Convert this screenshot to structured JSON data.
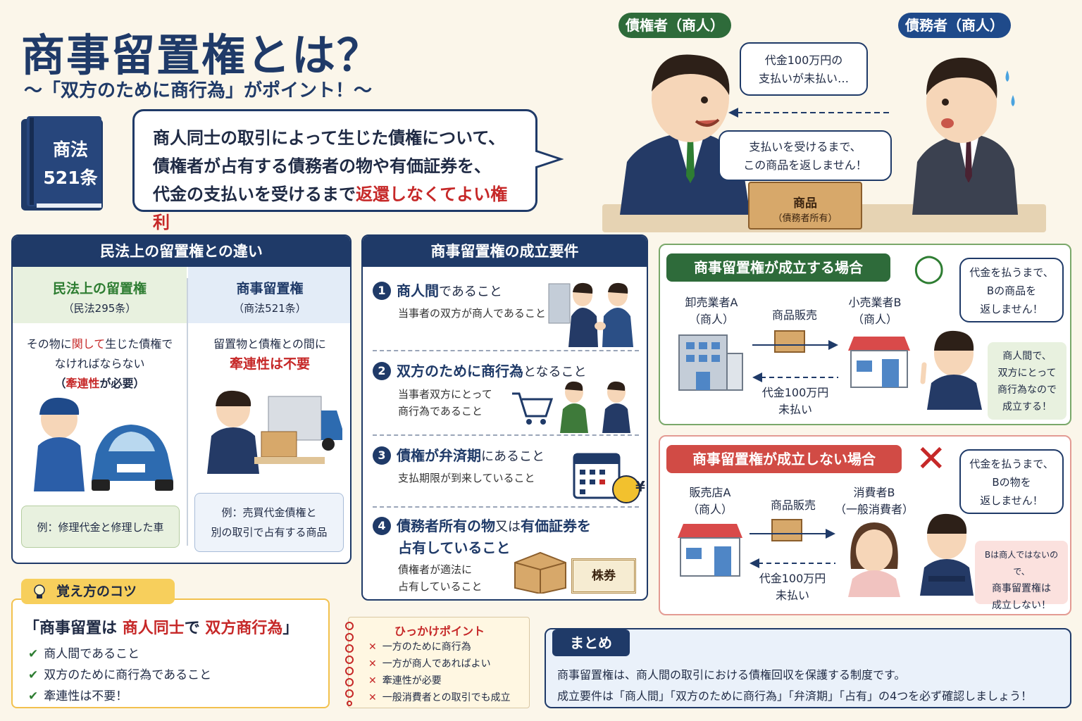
{
  "header": {
    "title": "商事留置権とは？",
    "subtitle": "～「双方のために商行為」がポイント！～",
    "book_line1": "商法",
    "book_line2": "521条",
    "def_line1": "商人同士の取引によって生じた債権について、",
    "def_line2": "債権者が占有する債務者の物や有価証券を、",
    "def_line3a": "代金の支払いを受けるまで",
    "def_line3b": "返還しなくてよい権利"
  },
  "scene": {
    "creditor_tag": "債権者（商人）",
    "debtor_tag": "債務者（商人）",
    "bubble_unpaid_1": "代金100万円の",
    "bubble_unpaid_2": "支払いが未払い…",
    "bubble_hold_1": "支払いを受けるまで、",
    "bubble_hold_2": "この商品を返しません！",
    "box_label": "商品",
    "box_sub": "（債務者所有）"
  },
  "diff": {
    "header": "民法上の留置権との違い",
    "civil_title": "民法上の留置権",
    "civil_law": "（民法295条）",
    "civil_desc_1a": "その物に",
    "civil_desc_1b": "関して",
    "civil_desc_1c": "生じた債権で",
    "civil_desc_2": "なければならない",
    "civil_desc_3a": "（",
    "civil_desc_3b": "牽連性",
    "civil_desc_3c": "が必要）",
    "civil_example": "例：修理代金と修理した車",
    "comm_title": "商事留置権",
    "comm_law": "（商法521条）",
    "comm_desc_1": "留置物と債権との間に",
    "comm_desc_2": "牽連性は不要",
    "comm_example_1": "例：売買代金債権と",
    "comm_example_2": "別の取引で占有する商品"
  },
  "requirements": {
    "header": "商事留置権の成立要件",
    "items": [
      {
        "num": "1",
        "title_a": "商人間",
        "title_b": "であること",
        "sub_1": "当事者の双方が商人であること",
        "sub_2": ""
      },
      {
        "num": "2",
        "title_a": "双方のために商行為",
        "title_b": "となること",
        "sub_1": "当事者双方にとって",
        "sub_2": "商行為であること"
      },
      {
        "num": "3",
        "title_a": "債権が弁済期",
        "title_b": "にあること",
        "sub_1": "支払期限が到来していること",
        "sub_2": ""
      },
      {
        "num": "4",
        "title_a": "債務者所有の物",
        "title_b": "又は",
        "title_c": "有価証券を",
        "title_d": "占有していること",
        "sub_1": "債権者が適法に",
        "sub_2": "占有していること"
      }
    ],
    "yen": "¥",
    "stock": "株券"
  },
  "case_ok": {
    "tag": "商事留置権が成立する場合",
    "mark": "○",
    "seller_1": "卸売業者A",
    "seller_2": "（商人）",
    "buyer_1": "小売業者B",
    "buyer_2": "（商人）",
    "sale": "商品販売",
    "unpaid_1": "代金100万円",
    "unpaid_2": "未払い",
    "bubble_1": "代金を払うまで、",
    "bubble_2": "Bの商品を",
    "bubble_3": "返しません！",
    "note_1": "商人間で、",
    "note_2": "双方にとって",
    "note_3": "商行為なので",
    "note_4": "成立する！"
  },
  "case_ng": {
    "tag": "商事留置権が成立しない場合",
    "mark": "✕",
    "seller_1": "販売店A",
    "seller_2": "（商人）",
    "buyer_1": "消費者B",
    "buyer_2": "（一般消費者）",
    "sale": "商品販売",
    "unpaid_1": "代金100万円",
    "unpaid_2": "未払い",
    "bubble_1": "代金を払うまで、",
    "bubble_2": "Bの物を",
    "bubble_3": "返しません！",
    "note_1": "Bは商人ではないので、",
    "note_2": "商事留置権は",
    "note_3": "成立しない！"
  },
  "tips": {
    "header": "覚え方のコツ",
    "line_a": "「商事留置は",
    "line_b": "商人同士",
    "line_c": "で",
    "line_d": "双方商行為",
    "line_e": "」",
    "check_1": "商人間であること",
    "check_2": "双方のために商行為であること",
    "check_3": "牽連性は不要！"
  },
  "traps": {
    "header": "ひっかけポイント",
    "items": [
      "一方のために商行為",
      "一方が商人であればよい",
      "牽連性が必要",
      "一般消費者との取引でも成立"
    ]
  },
  "summary": {
    "header": "まとめ",
    "line_1": "商事留置権は、商人間の取引における債権回収を保護する制度です。",
    "line_2": "成立要件は「商人間」「双方のために商行為」「弁済期」「占有」の4つを必ず確認しましょう！"
  }
}
